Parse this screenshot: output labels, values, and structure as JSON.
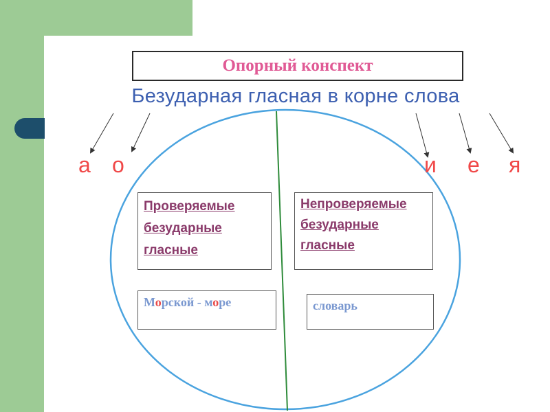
{
  "header": {
    "title": "Опорный конспект",
    "subtitle": "Безударная гласная в корне слова"
  },
  "vowels": [
    "а",
    "о",
    "и",
    "е",
    "я"
  ],
  "left": {
    "heading_lines": [
      "Проверяемые",
      "безударные",
      "гласные"
    ],
    "example": {
      "parts": [
        "М",
        "о",
        "рской - м",
        "о",
        "ре"
      ]
    }
  },
  "right": {
    "heading_lines": [
      "Непроверяемые",
      "безударные",
      "гласные"
    ],
    "example": "словарь"
  },
  "colors": {
    "title": "#e05a95",
    "subtitle": "#3c5fb0",
    "vowels": "#f04848",
    "circle": "#4aa3df",
    "divider": "#2e8b3a",
    "background_accent": "#9dcb95"
  }
}
